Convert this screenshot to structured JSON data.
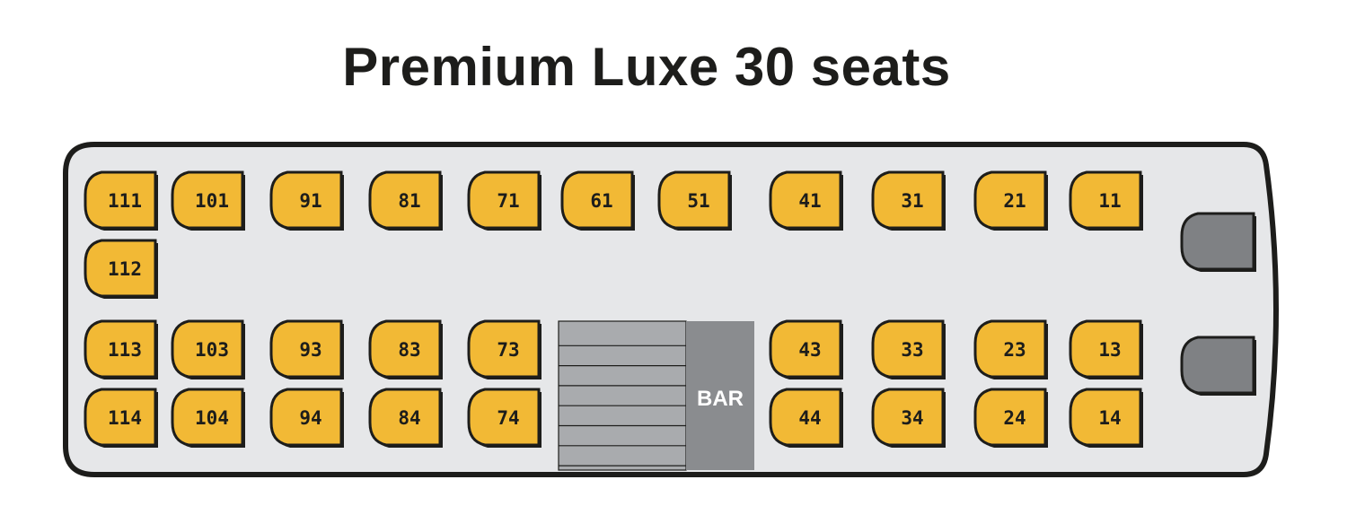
{
  "title": "Premium Luxe 30 seats",
  "colors": {
    "seat_fill": "#f2b935",
    "outline": "#1d1d1b",
    "bus_body": "#e6e7e9",
    "stairs": "#a9abae",
    "bar": "#8a8c8f",
    "driver_seat": "#7f8184"
  },
  "bar_label": "BAR",
  "seats": {
    "top_row": [
      "111",
      "101",
      "91",
      "81",
      "71",
      "61",
      "51",
      "41",
      "31",
      "21",
      "11"
    ],
    "extra_seat": "112",
    "lower_row_1": [
      "113",
      "103",
      "93",
      "83",
      "73",
      "43",
      "33",
      "23",
      "13"
    ],
    "lower_row_2": [
      "114",
      "104",
      "94",
      "84",
      "74",
      "44",
      "34",
      "24",
      "14"
    ]
  }
}
